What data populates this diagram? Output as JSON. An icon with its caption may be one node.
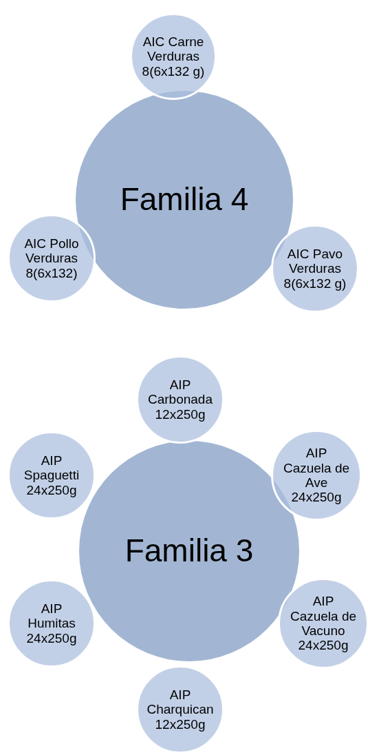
{
  "diagram": {
    "nodes": [
      {
        "text": [
          "Familia 4"
        ]
      },
      {
        "text": [
          "AIC Carne Verduras 8(6x132 g)"
        ]
      },
      {
        "text": [
          "AIC Pollo Verduras 8(6x132)"
        ]
      },
      {
        "text": [
          "AIC Pavo Verduras 8(6x132 g)"
        ]
      },
      {
        "text": [
          "Familia 3"
        ]
      },
      {
        "text": [
          "AIP Carbonada 12x250g"
        ]
      },
      {
        "text": [
          "AIP Spaguetti 24x250g"
        ]
      },
      {
        "text": [
          "AIP Cazuela de Ave 24x250g"
        ]
      },
      {
        "text": [
          "AIP Humitas 24x250g"
        ]
      },
      {
        "text": [
          "AIP Cazuela de Vacuno 24x250g"
        ]
      },
      {
        "text": [
          "AIP Charquican 12x250g"
        ]
      }
    ]
  }
}
